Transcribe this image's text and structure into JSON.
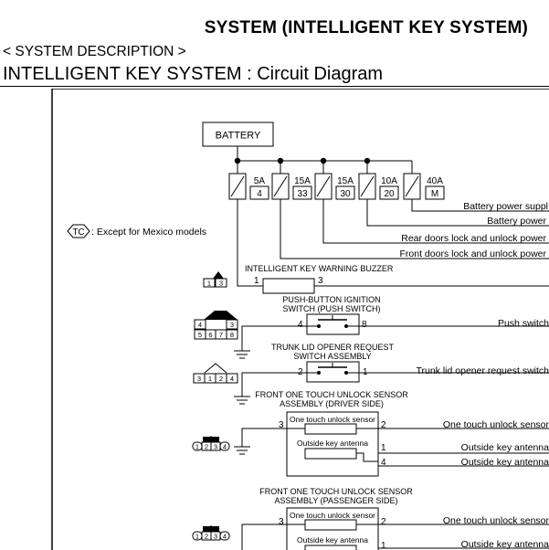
{
  "header": {
    "page_title": "SYSTEM (INTELLIGENT KEY SYSTEM)",
    "section_path": "< SYSTEM DESCRIPTION >",
    "section_title": "INTELLIGENT KEY SYSTEM : Circuit Diagram"
  },
  "diagram": {
    "battery_label": "BATTERY",
    "legend": {
      "tag": "TC",
      "text": ": Except for Mexico models"
    },
    "fuses": [
      {
        "amp": "5A",
        "number": "4"
      },
      {
        "amp": "15A",
        "number": "33"
      },
      {
        "amp": "15A",
        "number": "30"
      },
      {
        "amp": "10A",
        "number": "20"
      },
      {
        "amp": "40A",
        "number": "M"
      }
    ],
    "power_lines": [
      "Battery power suppl",
      "Battery power",
      "Rear doors lock and unlock power",
      "Front doors lock and unlock power"
    ],
    "buzzer": {
      "title": "INTELLIGENT KEY WARNING BUZZER",
      "pin_left": "1",
      "pin_right": "3",
      "connector_pins": [
        "1",
        "3"
      ]
    },
    "push_switch": {
      "title_line1": "PUSH-BUTTON IGNITION",
      "title_line2": "SWITCH (PUSH SWITCH)",
      "pin_left": "4",
      "pin_right": "8",
      "signal": "Push switch",
      "connector_pins": [
        "4",
        "3",
        "5",
        "6",
        "7",
        "8"
      ]
    },
    "trunk_switch": {
      "title_line1": "TRUNK LID OPENER REQUEST",
      "title_line2": "SWITCH ASSEMBLY",
      "pin_left": "2",
      "pin_right": "1",
      "signal": "Trunk lid opener request switch",
      "connector_pins": [
        "3",
        "1",
        "2",
        "4"
      ]
    },
    "driver_sensor": {
      "title_line1": "FRONT ONE TOUCH UNLOCK SENSOR",
      "title_line2": "ASSEMBLY (DRIVER SIDE)",
      "ground_pin": "3",
      "sensor_label": "One touch unlock sensor",
      "antenna_label": "Outside key antenna",
      "pins": [
        "2",
        "1",
        "4"
      ],
      "signals": [
        "One touch unlock sensor",
        "Outside key antenna",
        "Outside key antenna"
      ],
      "connector_pins": [
        "1",
        "2",
        "3",
        "4"
      ]
    },
    "passenger_sensor": {
      "title_line1": "FRONT ONE TOUCH UNLOCK SENSOR",
      "title_line2": "ASSEMBLY (PASSENGER SIDE)",
      "ground_pin": "3",
      "sensor_label": "One touch unlock sensor",
      "antenna_label": "Outside key antenna",
      "pins": [
        "2",
        "1"
      ],
      "signals": [
        "One touch unlock sensor",
        "Outside key antenna"
      ],
      "connector_pins": [
        "1",
        "2",
        "3",
        "4"
      ]
    }
  }
}
